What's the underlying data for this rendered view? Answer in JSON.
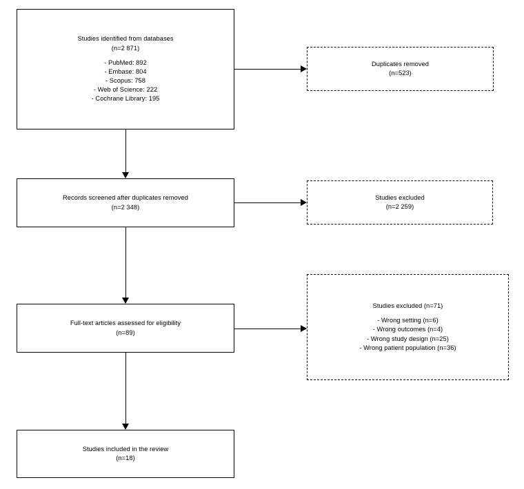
{
  "diagram": {
    "title": "PRISMA flow diagram",
    "type": "flowchart",
    "colors": {
      "stroke": "#000000",
      "background": "#ffffff",
      "text": "#000000"
    }
  },
  "nodes": {
    "identification": {
      "name": "studies-identified-box",
      "style": "solid",
      "line1": "Studies identified from databases",
      "line2": "(n=2 871)",
      "sources": [
        "- PubMed: 892",
        "- Embase: 804",
        "- Scopus: 758",
        "- Web of Science: 222",
        "- Cochrane Library: 195"
      ]
    },
    "duplicates_removed": {
      "name": "duplicates-removed-box",
      "style": "dashed",
      "line1": "Duplicates removed",
      "line2": "(n=523)"
    },
    "screened": {
      "name": "records-screened-box",
      "style": "solid",
      "line1": "Records screened after duplicates removed",
      "line2": "(n=2 348)"
    },
    "screened_excluded": {
      "name": "studies-excluded-screening-box",
      "style": "dashed",
      "line1": "Studies excluded",
      "line2": "(n=2 259)"
    },
    "eligibility": {
      "name": "full-text-assessed-box",
      "style": "solid",
      "line1": "Full-text articles assessed for eligibility",
      "line2": "(n=89)"
    },
    "eligibility_excluded": {
      "name": "studies-excluded-eligibility-box",
      "style": "dashed",
      "line1": "Studies excluded (n=71)",
      "reasons": [
        "- Wrong setting (n=6)",
        "- Wrong outcomes (n=4)",
        "- Wrong study design (n=25)",
        "- Wrong patient population (n=36)"
      ]
    },
    "included": {
      "name": "studies-included-box",
      "style": "solid",
      "line1": "Studies included in the review",
      "line2": "(n=18)"
    }
  },
  "flow_counts": {
    "identified_total": 2871,
    "pubmed": 892,
    "embase": 804,
    "scopus": 758,
    "web_of_science": 222,
    "cochrane_library": 195,
    "duplicates_removed": 523,
    "screened": 2348,
    "excluded_at_screening": 2259,
    "full_text_assessed": 89,
    "excluded_at_eligibility": 71,
    "excluded_wrong_setting": 6,
    "excluded_wrong_outcomes": 4,
    "excluded_wrong_study_design": 25,
    "excluded_wrong_patient_population": 36,
    "included": 18
  }
}
